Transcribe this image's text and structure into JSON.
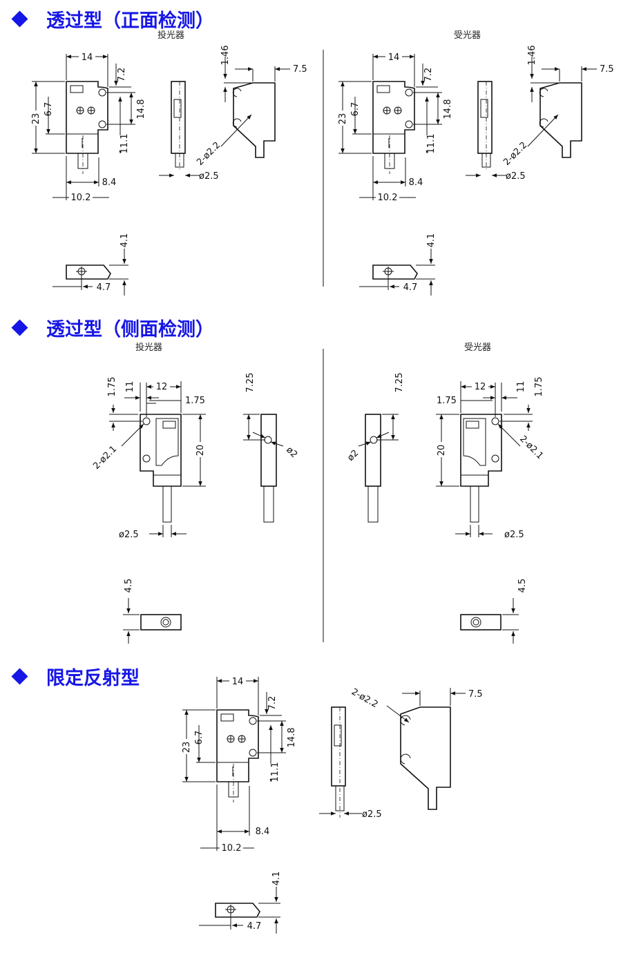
{
  "sections": [
    {
      "title": "透过型（正面检测）",
      "left_label": "投光器",
      "right_label": "受光器"
    },
    {
      "title": "透过型（侧面检测）",
      "left_label": "投光器",
      "right_label": "受光器"
    },
    {
      "title": "限定反射型"
    }
  ],
  "dims": {
    "w14": "14",
    "d7_2": "7.2",
    "d23": "23",
    "d6_7": "6.7",
    "d14_8": "14.8",
    "d11_1": "11.1",
    "d8_4": "8.4",
    "d10_2": "10.2",
    "d1_46": "1.46",
    "d7_5": "7.5",
    "hole2_2": "2-ø2.2",
    "dia2_5": "ø2.5",
    "d4_1": "4.1",
    "d4_7": "4.7",
    "d1_75": "1.75",
    "d11": "11",
    "d12": "12",
    "d20": "20",
    "hole2_1": "2-ø2.1",
    "d7_25": "7.25",
    "dia2": "ø2",
    "d4_5": "4.5"
  },
  "colors": {
    "heading": "#1616e6",
    "line": "#111111"
  },
  "icons": [
    "diamond-bullet-icon"
  ]
}
